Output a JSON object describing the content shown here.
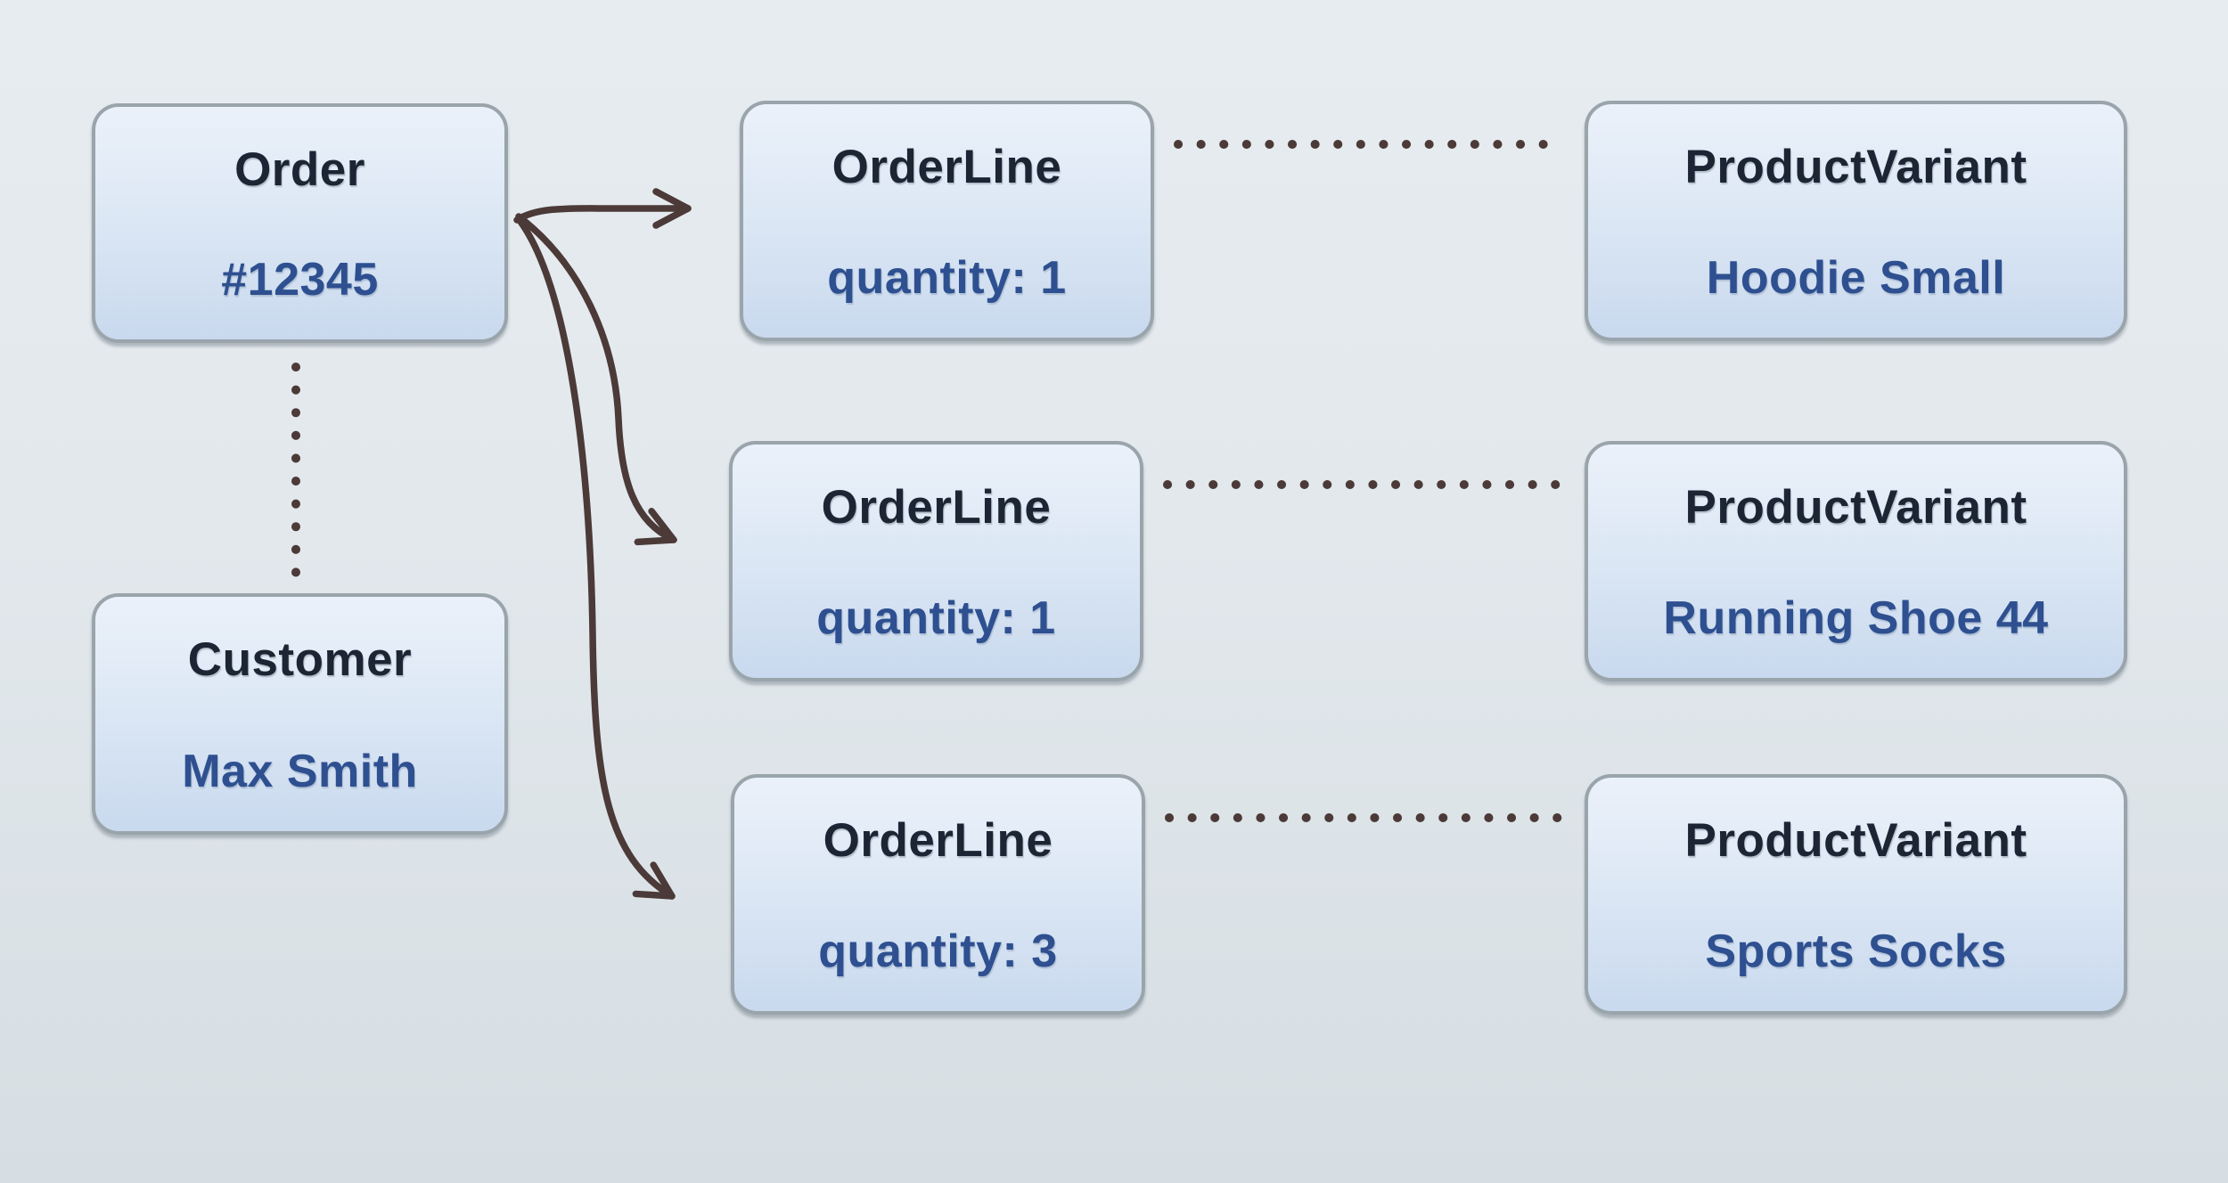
{
  "nodes": {
    "order": {
      "title": "Order",
      "value": "#12345"
    },
    "customer": {
      "title": "Customer",
      "value": "Max Smith"
    },
    "orderline1": {
      "title": "OrderLine",
      "value": "quantity: 1"
    },
    "orderline2": {
      "title": "OrderLine",
      "value": "quantity: 1"
    },
    "orderline3": {
      "title": "OrderLine",
      "value": "quantity: 3"
    },
    "variant1": {
      "title": "ProductVariant",
      "value": "Hoodie Small"
    },
    "variant2": {
      "title": "ProductVariant",
      "value": "Running Shoe 44"
    },
    "variant3": {
      "title": "ProductVariant",
      "value": "Sports Socks"
    }
  },
  "colors": {
    "title_text": "#1c2533",
    "value_text": "#2e5090",
    "connector": "#4b3a37",
    "box_border": "#9aa4ab"
  }
}
